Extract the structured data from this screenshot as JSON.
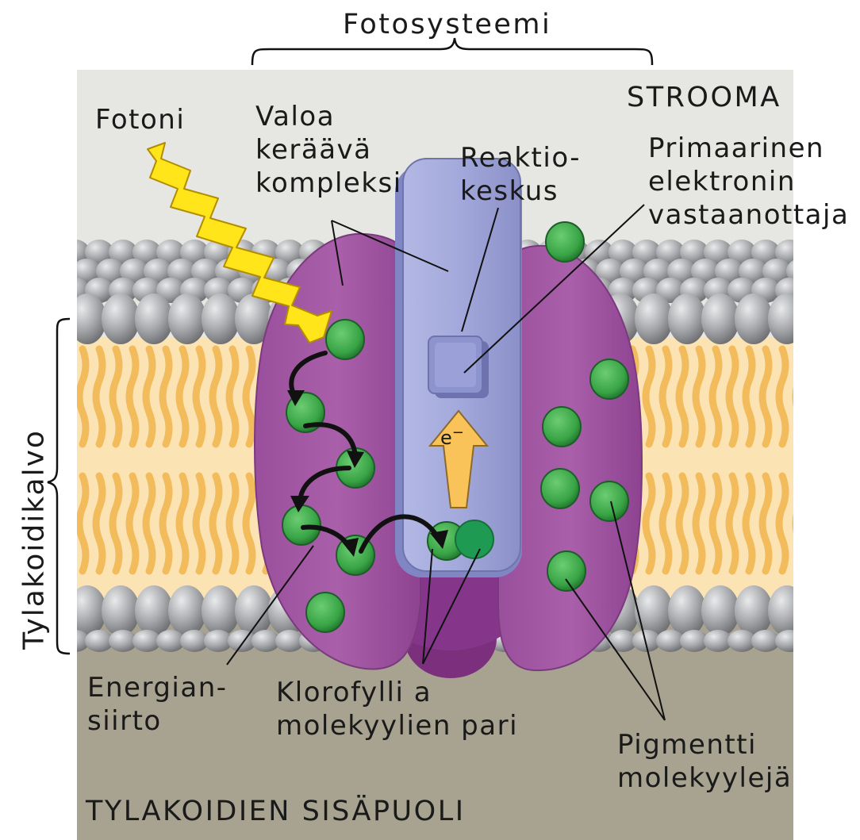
{
  "labels": {
    "photosystem": "Fotosysteemi",
    "stroma": "STROOMA",
    "photon": "Fotoni",
    "light_harvesting": "Valoa\nkeräävä\nkompleksi",
    "reaction_center": "Reaktio-\nkeskus",
    "primary_acceptor": "Primaarinen\nelektronin\nvastaanottaja",
    "thylakoid_membrane": "Tylakoidikalvo",
    "energy_transfer": "Energian-\nsiirto",
    "chlorophyll_pair": "Klorofylli a\nmolekyylien pari",
    "pigment_molecules": "Pigmentti\nmolekyylejä",
    "thylakoid_space": "TYLAKOIDIEN SISÄPUOLI",
    "electron": "e"
  },
  "colors": {
    "stroma_bg": "#e6e6e2",
    "lumen_bg": "#a7a390",
    "lipid_head": "#a9aaad",
    "lipid_tail": "#f2bc5c",
    "complex_purple": "#a259a3",
    "complex_dark": "#7b2f7d",
    "reaction_center": "#9ea4d4",
    "pigment_green": "#43b04f",
    "photon_yellow": "#ffe51a",
    "electron_arrow": "#f9c35a"
  }
}
